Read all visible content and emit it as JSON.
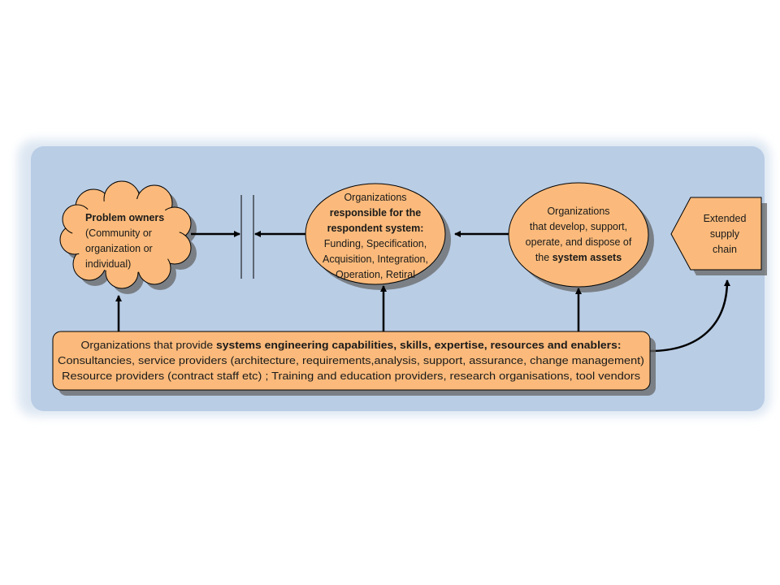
{
  "colors": {
    "box_fill": "#FBBA7B",
    "panel": "#B9CDE5",
    "glow": "#DCE6F2",
    "stroke": "#000000"
  },
  "problem_owners": {
    "title": "Problem owners",
    "lines": [
      "(Community or",
      "organization or",
      "individual)"
    ]
  },
  "responsible": {
    "line1": "Organizations",
    "bold1": "responsible for the",
    "bold2": "respondent system:",
    "lines": [
      "Funding, Specification,",
      "Acquisition, Integration,",
      "Operation, Retiral"
    ]
  },
  "developers": {
    "lines": [
      "Organizations",
      "that develop,  support,",
      "operate, and dispose  of"
    ],
    "last_prefix": "the ",
    "last_bold": "system assets"
  },
  "supply_chain": {
    "lines": [
      "Extended",
      "supply",
      "chain"
    ]
  },
  "enablers": {
    "line1_prefix": "Organizations that provide ",
    "line1_bold": "systems engineering capabilities, skills, expertise, resources and enablers:",
    "line2": "Consultancies, service providers (architecture, requirements,analysis, support,  assurance, change management)",
    "line3": "Resource providers (contract staff etc) ; Training and education providers, research organisations, tool vendors"
  }
}
